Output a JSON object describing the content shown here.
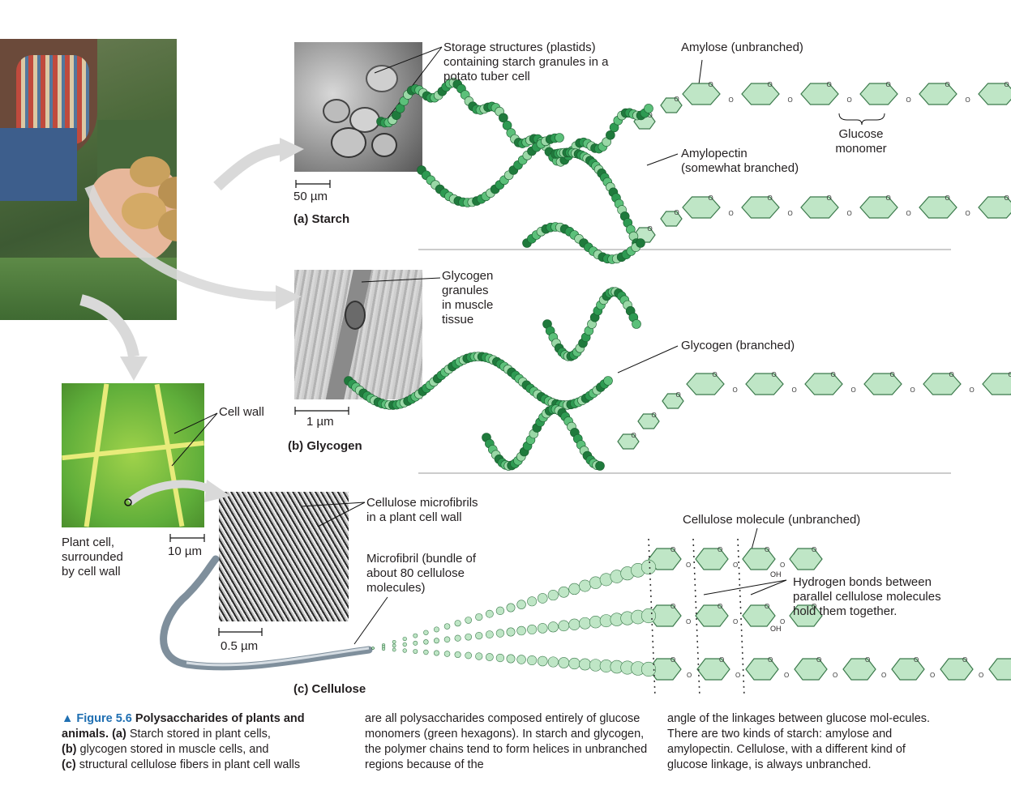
{
  "starch": {
    "section": "(a) Starch",
    "scale": "50 µm",
    "plastids_label": "Storage structures (plastids)\ncontaining starch granules in a\npotato tuber cell",
    "amylose_label": "Amylose (unbranched)",
    "glucose_label": "Glucose\nmonomer",
    "amylopectin_label": "Amylopectin\n(somewhat branched)"
  },
  "glycogen": {
    "section": "(b) Glycogen",
    "scale": "1 µm",
    "granules_label": "Glycogen\ngranules\nin muscle\ntissue",
    "branched_label": "Glycogen (branched)"
  },
  "cellulose": {
    "section": "(c) Cellulose",
    "cell_wall_label": "Cell wall",
    "plant_cell_label": "Plant cell,\nsurrounded\nby cell wall",
    "scale_10": "10 µm",
    "microfibrils_label": "Cellulose microfibrils\nin a plant cell wall",
    "microfibril_label": "Microfibril (bundle of\nabout 80 cellulose\nmolecules)",
    "scale_05": "0.5 µm",
    "molecule_label": "Cellulose molecule (unbranched)",
    "hbond_label": "Hydrogen bonds between\nparallel cellulose molecules\nhold them together.",
    "oh": "OH"
  },
  "caption": {
    "fig": "▲ Figure 5.6",
    "title": "Polysaccharides of plants and animals.",
    "a": "(a)",
    "a_text": "Starch stored in plant cells,",
    "b": "(b)",
    "b_text": "glycogen stored in muscle cells, and",
    "c": "(c)",
    "c_text": "structural cellulose fibers in plant cell walls",
    "col2": "are all polysaccharides composed entirely of glucose monomers (green hexagons). In starch and glycogen, the polymer chains tend to form helices in unbranched regions because of the",
    "col3": "angle of the linkages between glucose mol-ecules. There are two kinds of starch: amylose and amylopectin. Cellulose, with a different kind of glucose linkage, is always unbranched."
  },
  "ring_atom": "O",
  "colors": {
    "hex_fill": "#bfe6c6",
    "hex_stroke": "#3c7a4c",
    "dark_green": "#2e8b4a",
    "caption_blue": "#1f6fb2",
    "arrow_gray": "#d9d9d9"
  }
}
